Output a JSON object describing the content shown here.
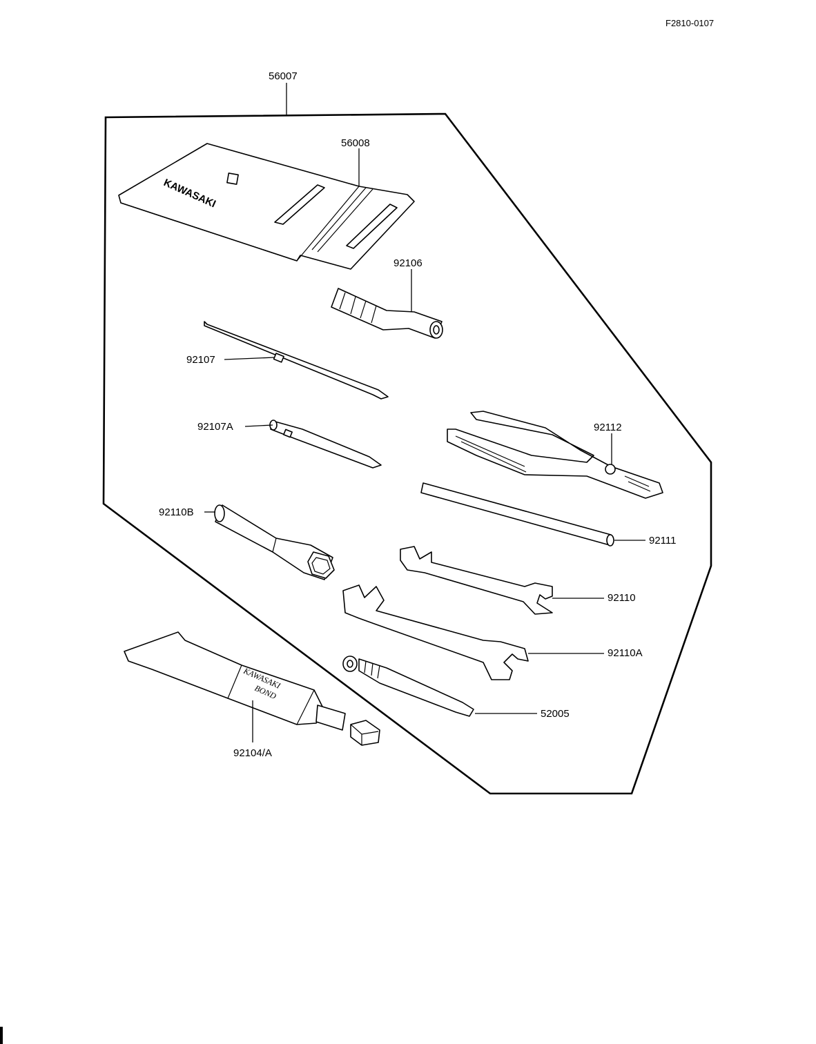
{
  "ref_code": "F2810-0107",
  "labels": {
    "toolkit": "56007",
    "bag": "56008",
    "handle": "92106",
    "screwdriver": "92107",
    "screwdriver_a": "92107A",
    "pliers": "92112",
    "box_wrench": "92110B",
    "bar": "92111",
    "wrench": "92110",
    "wrench_a": "92110A",
    "gauge": "52005",
    "bond": "92104/A"
  },
  "bag_brand": "KAWASAKI",
  "tube_text": [
    "KAWASAKI",
    "BOND"
  ]
}
